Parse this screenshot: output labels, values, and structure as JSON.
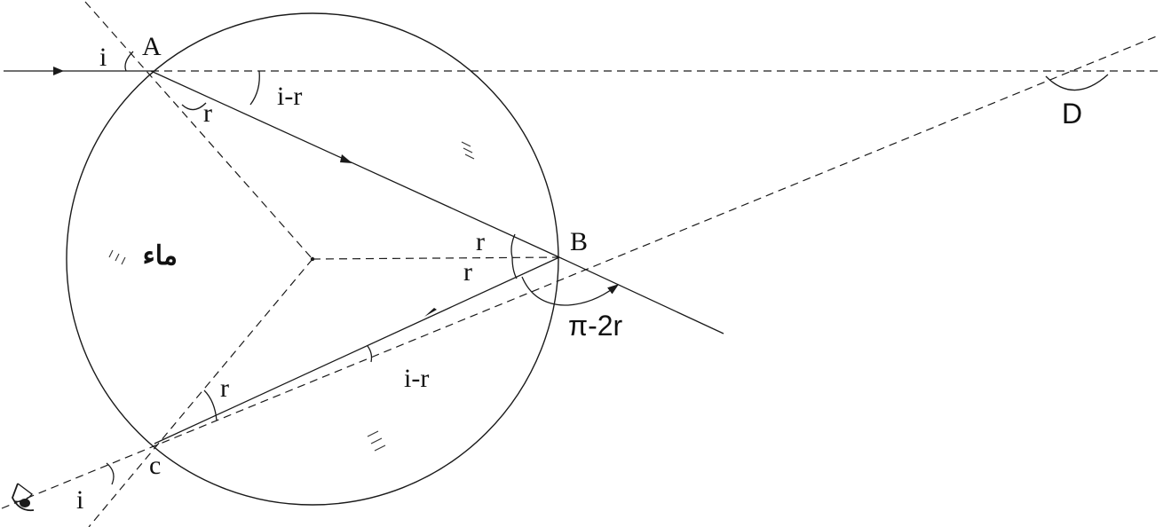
{
  "labels": {
    "point_a": "A",
    "point_b": "B",
    "point_c": "c",
    "point_d": "D",
    "incidence_angle_a": "i",
    "incidence_angle_c": "i",
    "refraction_angle_a": "r",
    "refraction_angle_b_upper": "r",
    "refraction_angle_b_lower": "r",
    "refraction_angle_c": "r",
    "deviation_a": "i-r",
    "deviation_c": "i-r",
    "reflection_deviation": "π-2r",
    "medium": "ماء"
  },
  "icons": {
    "eye": "eye-icon",
    "water_marks": "water-ripple-icon"
  },
  "colors": {
    "ink": "#1a1a1a",
    "background": "#ffffff"
  }
}
